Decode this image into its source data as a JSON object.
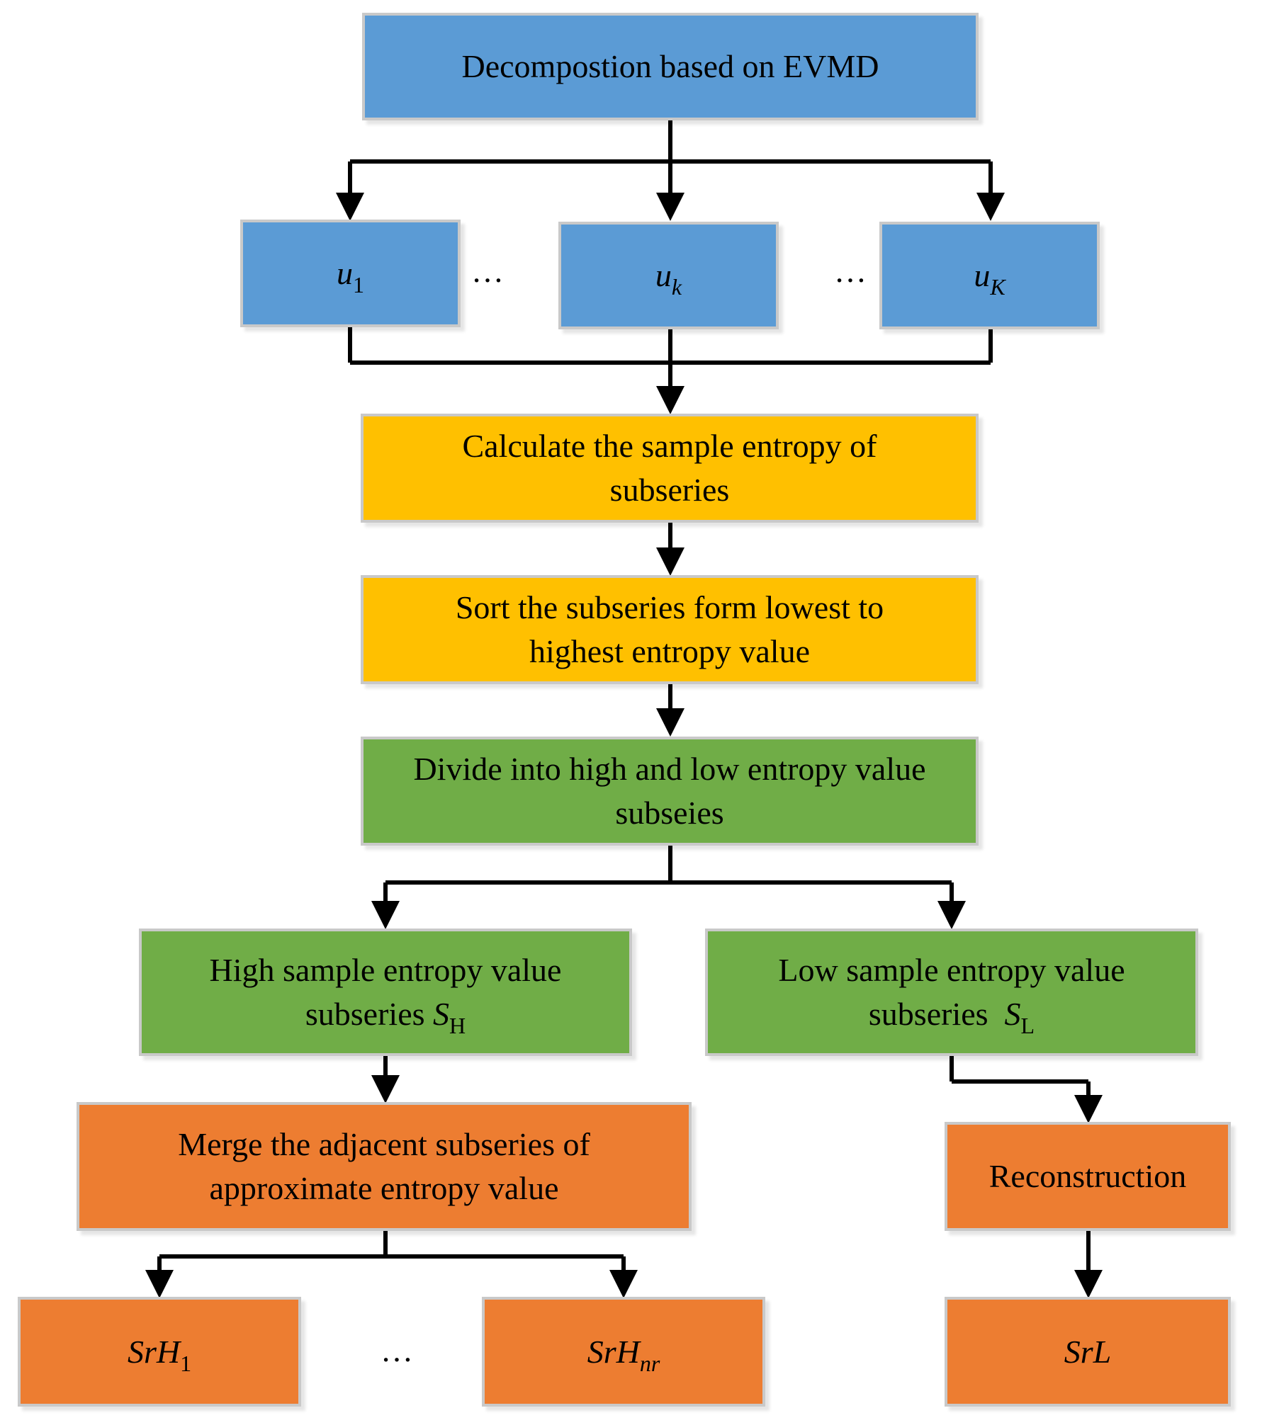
{
  "nodes": {
    "decomposition": "Decompostion based on EVMD",
    "u1": {
      "var": "u",
      "sub": "1"
    },
    "uk": {
      "var": "u",
      "sub": "k"
    },
    "uK": {
      "var": "u",
      "sub": "K"
    },
    "calc_line1": "Calculate the sample entropy of",
    "calc_line2": "subseries",
    "sort_line1": "Sort the subseries form lowest to",
    "sort_line2": "highest entropy value",
    "divide_line1": "Divide into high and low entropy value",
    "divide_line2": "subseies",
    "high_line1": "High sample entropy value",
    "high_line2": "subseries",
    "high_symbol": {
      "var": "S",
      "sub": "H"
    },
    "low_line1": "Low sample entropy value",
    "low_line2": "subseries",
    "low_symbol": {
      "var": "S",
      "sub": "L"
    },
    "merge_line1": "Merge the adjacent subseries of",
    "merge_line2": "approximate entropy value",
    "reconstruction": "Reconstruction",
    "srh1": {
      "var": "SrH",
      "sub": "1"
    },
    "srhnr": {
      "var": "SrH",
      "sub": "nr"
    },
    "srl": "SrL"
  },
  "ellipsis": "…",
  "colors": {
    "blue": "#5b9bd5",
    "yellow": "#ffc000",
    "green": "#70ad47",
    "orange": "#ed7d31",
    "border": "#c9c9c9"
  }
}
